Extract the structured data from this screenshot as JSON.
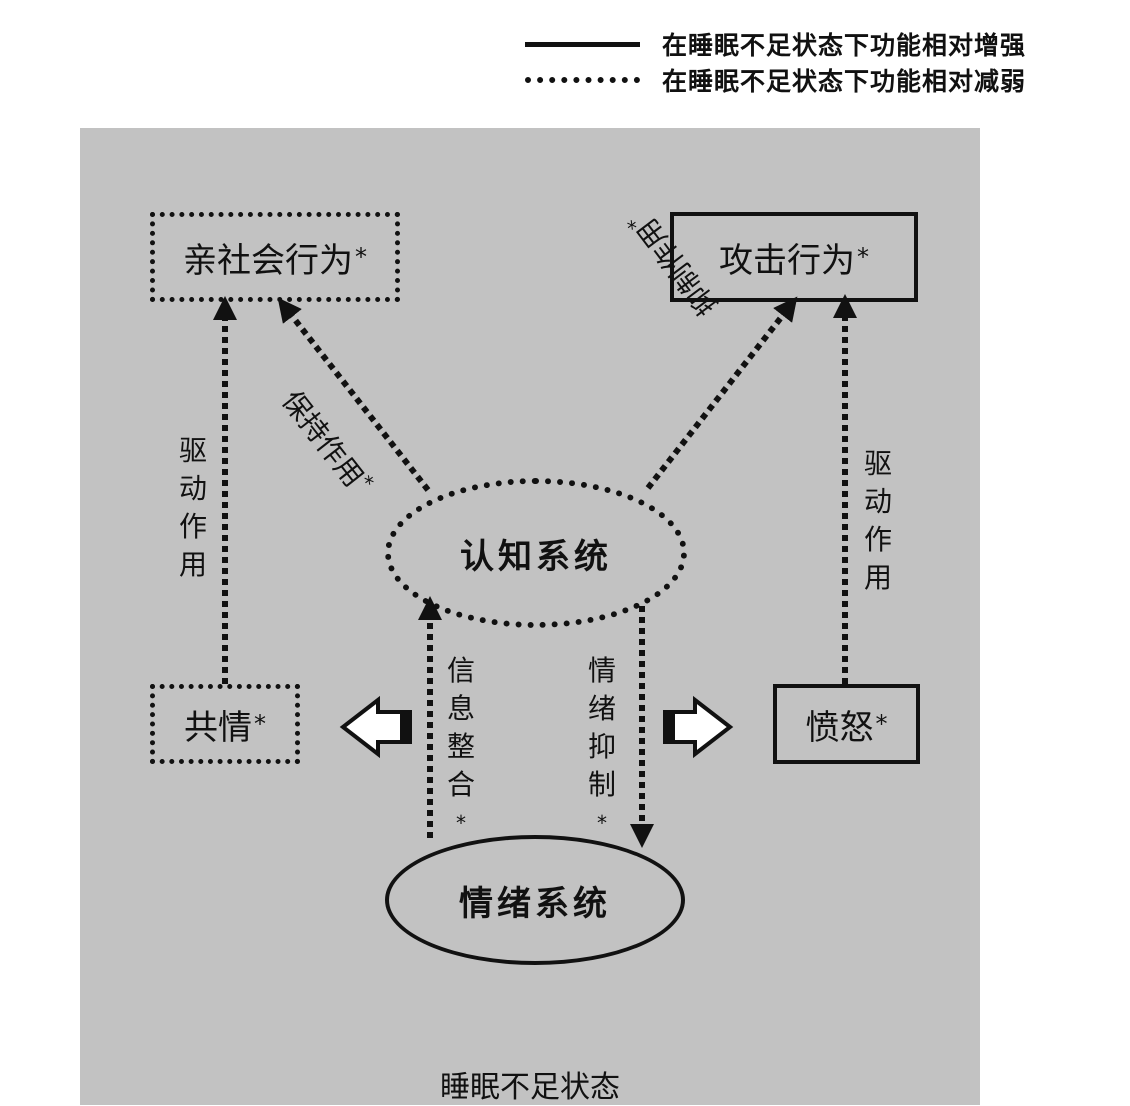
{
  "legend": {
    "solid_label": "在睡眠不足状态下功能相对增强",
    "dotted_label": "在睡眠不足状态下功能相对减弱"
  },
  "nodes": {
    "prosocial": "亲社会行为",
    "aggressive": "攻击行为",
    "cognitive": "认知系统",
    "empathy": "共情",
    "anger": "愤怒",
    "emotional": "情绪系统"
  },
  "asterisk": "*",
  "edges": {
    "maintain": "保持作用",
    "inhibit": "抑制作用",
    "drive_left": "驱动作用",
    "drive_right": "驱动作用",
    "integrate": "信息整合",
    "emotion_inhibit": "情绪抑制"
  },
  "footer": "睡眠不足状态"
}
